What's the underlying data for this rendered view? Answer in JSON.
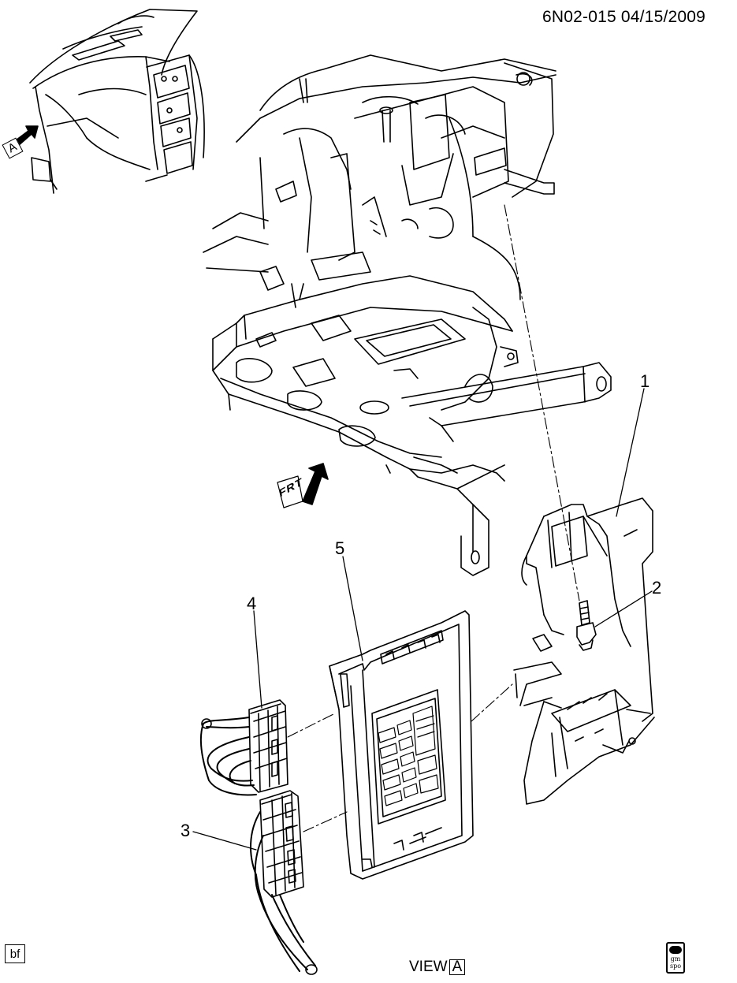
{
  "header": {
    "document_id": "6N02-015",
    "date": "04/15/2009"
  },
  "callouts": [
    {
      "id": "1",
      "label": "1"
    },
    {
      "id": "2",
      "label": "2"
    },
    {
      "id": "3",
      "label": "3"
    },
    {
      "id": "4",
      "label": "4"
    },
    {
      "id": "5",
      "label": "5"
    }
  ],
  "detail_view": {
    "tag": "A"
  },
  "direction_marker": {
    "label": "FRT"
  },
  "footer": {
    "left_badge": "bf",
    "view_prefix": "VIEW",
    "view_letter": "A",
    "logo_top": "gm",
    "logo_bottom": "spo"
  }
}
